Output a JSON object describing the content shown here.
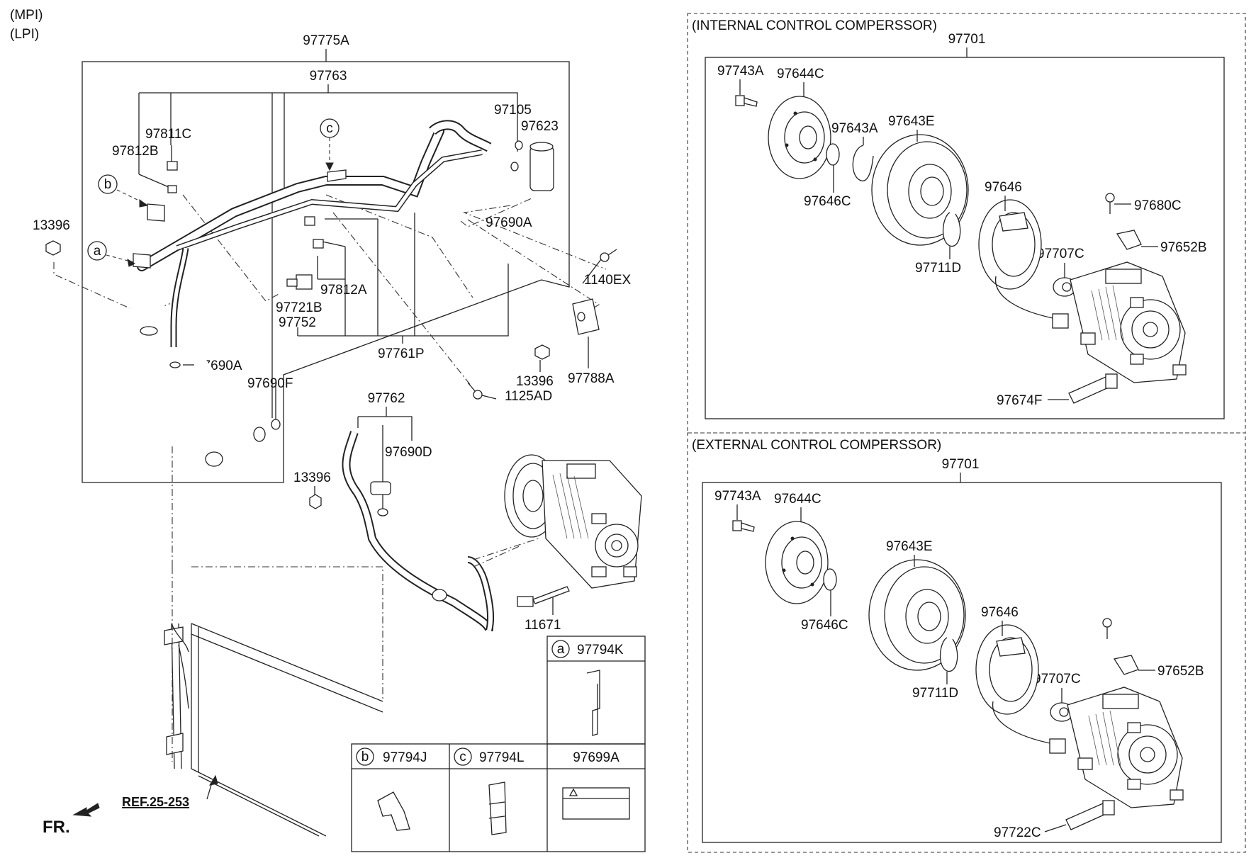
{
  "header": {
    "mpi": "(MPI)",
    "lpi": "(LPI)"
  },
  "left": {
    "assembly": "97775A",
    "labels": {
      "p97763": "97763",
      "p97811C": "97811C",
      "p97812B": "97812B",
      "p97105": "97105",
      "p97623": "97623",
      "p97690A_top": "97690A",
      "p13396_a": "13396",
      "p97812A": "97812A",
      "p97721B": "97721B",
      "p97752": "97752",
      "p1140EX": "1140EX",
      "p97690A_mid": "97690A",
      "p97761P": "97761P",
      "p97690F": "97690F",
      "p13396_b": "13396",
      "p97788A": "97788A",
      "p1125AD": "1125AD",
      "p97762": "97762",
      "p97690D": "97690D",
      "p13396_c": "13396",
      "p11671": "11671"
    },
    "callouts": {
      "a": "a",
      "b": "b",
      "c": "c"
    },
    "ref": "REF.25-253",
    "fr": "FR."
  },
  "legend": {
    "a": {
      "letter": "a",
      "part": "97794K"
    },
    "b": {
      "letter": "b",
      "part": "97794J"
    },
    "c": {
      "letter": "c",
      "part": "97794L"
    },
    "d": {
      "part": "97699A"
    }
  },
  "internal": {
    "title": "(INTERNAL CONTROL COMPERSSOR)",
    "assembly": "97701",
    "labels": {
      "p97743A": "97743A",
      "p97644C": "97644C",
      "p97643A": "97643A",
      "p97643E": "97643E",
      "p97646C": "97646C",
      "p97646": "97646",
      "p97680C": "97680C",
      "p97711D": "97711D",
      "p97707C": "97707C",
      "p97652B": "97652B",
      "p97674F": "97674F"
    }
  },
  "external": {
    "title": "(EXTERNAL CONTROL COMPERSSOR)",
    "assembly": "97701",
    "labels": {
      "p97743A": "97743A",
      "p97644C": "97644C",
      "p97643E": "97643E",
      "p97646C": "97646C",
      "p97646": "97646",
      "p97711D": "97711D",
      "p97707C": "97707C",
      "p97652B": "97652B",
      "p97722C": "97722C"
    }
  }
}
